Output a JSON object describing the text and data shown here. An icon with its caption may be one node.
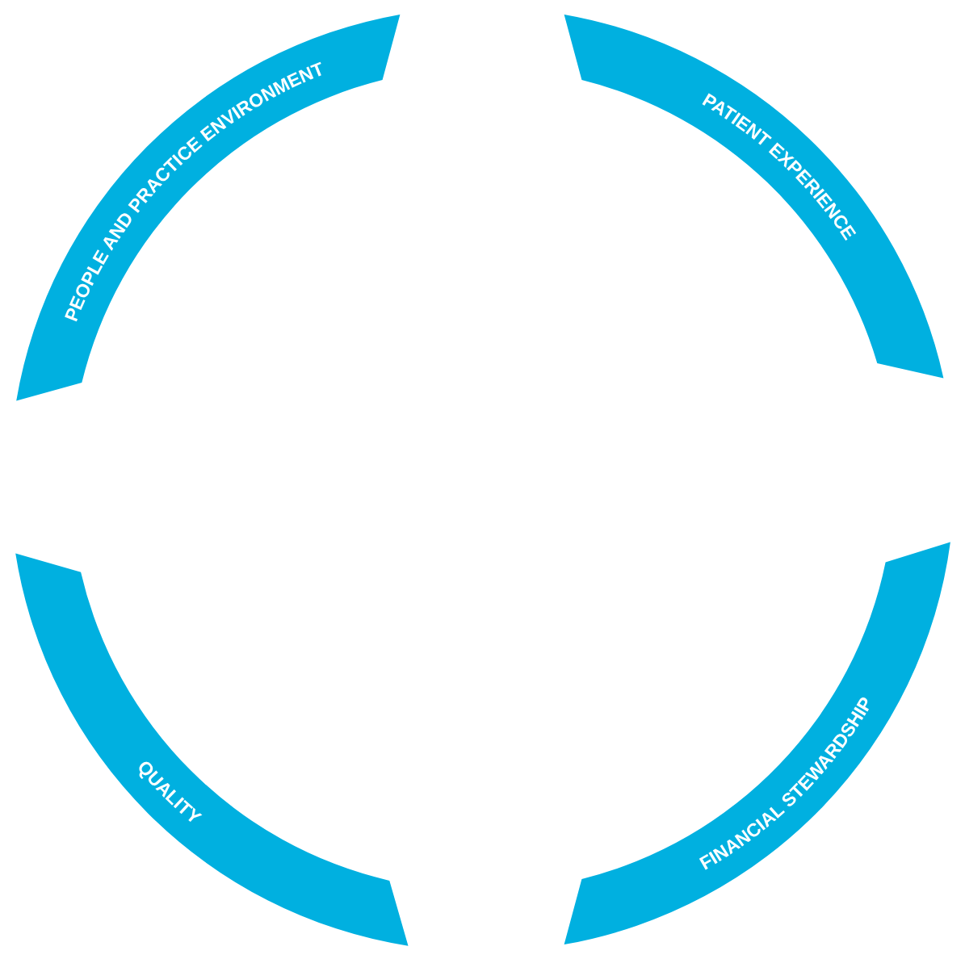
{
  "diagram": {
    "nodes": [
      {
        "text": [
          "PEOPLE AND PRACTICE ENVIRONMENT"
        ]
      },
      {
        "text": [
          "PATIENT EXPERIENCE"
        ]
      },
      {
        "text": [
          "QUALITY"
        ]
      },
      {
        "text": [
          "FINANCIAL STEWARDSHIP"
        ]
      }
    ]
  }
}
